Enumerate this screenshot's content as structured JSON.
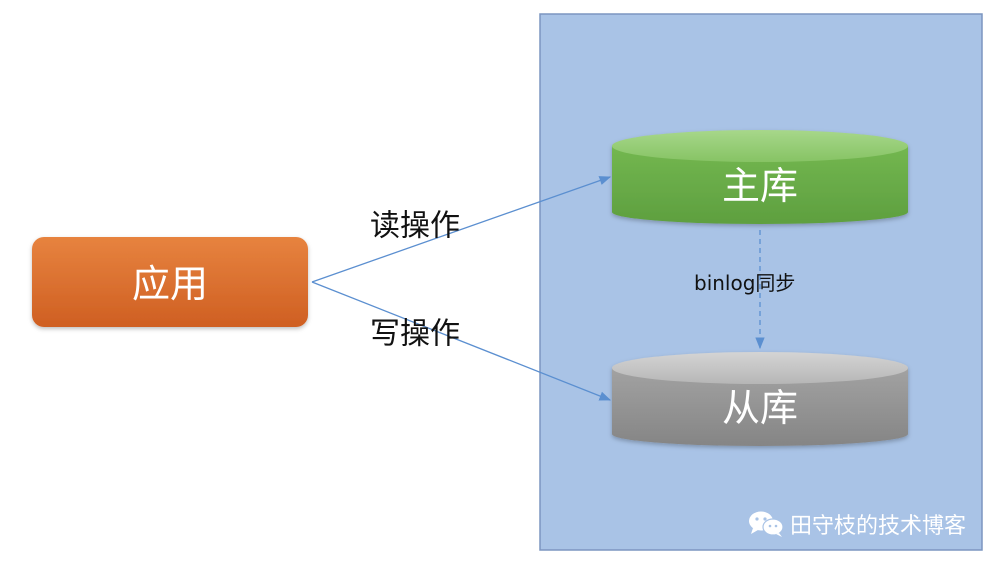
{
  "diagram": {
    "nodes": {
      "app": {
        "label": "应用",
        "fill": "#e06a2a"
      },
      "master": {
        "label": "主库",
        "fill": "#6db34a"
      },
      "slave": {
        "label": "从库",
        "fill": "#979797"
      }
    },
    "edges": {
      "read": {
        "label": "读操作"
      },
      "write": {
        "label": "写操作"
      },
      "sync": {
        "label": "binlog同步"
      }
    },
    "container": {
      "fill": "#a9c3e6",
      "stroke": "#7c95c0"
    },
    "edge_color": "#5b8fd0"
  },
  "watermark": {
    "text": "田守枝的技术博客",
    "icon": "wechat-icon"
  }
}
